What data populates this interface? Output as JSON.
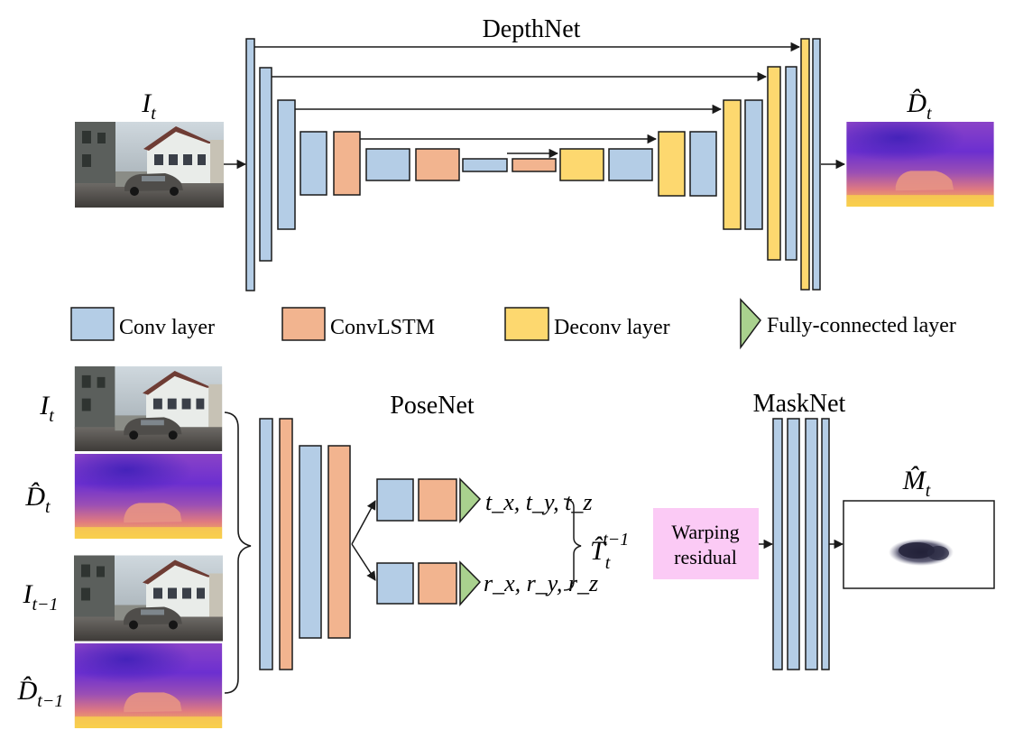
{
  "colors": {
    "conv": "#b4cde6",
    "convlstm": "#f2b48f",
    "deconv": "#fdd86f",
    "fc": "#a9d18e",
    "warp_box": "#fbcaf5",
    "stroke": "#1a1a1a"
  },
  "depthnet": {
    "title": "DepthNet",
    "input_label_base": "I",
    "input_label_sub": "t",
    "output_label_base": "D̂",
    "output_label_sub": "t"
  },
  "legend": {
    "conv": "Conv layer",
    "convlstm": "ConvLSTM",
    "deconv": "Deconv layer",
    "fc": "Fully-connected layer"
  },
  "posenet": {
    "title": "PoseNet",
    "inputs": [
      {
        "base": "I",
        "sub": "t"
      },
      {
        "base": "D̂",
        "sub": "t"
      },
      {
        "base": "I",
        "sub": "t−1"
      },
      {
        "base": "D̂",
        "sub": "t−1"
      }
    ],
    "translation": "t_x, t_y, t_z",
    "rotation": "r_x, r_y, r_z",
    "transform_base": "T̂",
    "transform_sub": "t",
    "transform_sup": "t−1"
  },
  "warping": {
    "line1": "Warping",
    "line2": "residual"
  },
  "masknet": {
    "title": "MaskNet",
    "output_base": "M̂",
    "output_sub": "t"
  }
}
